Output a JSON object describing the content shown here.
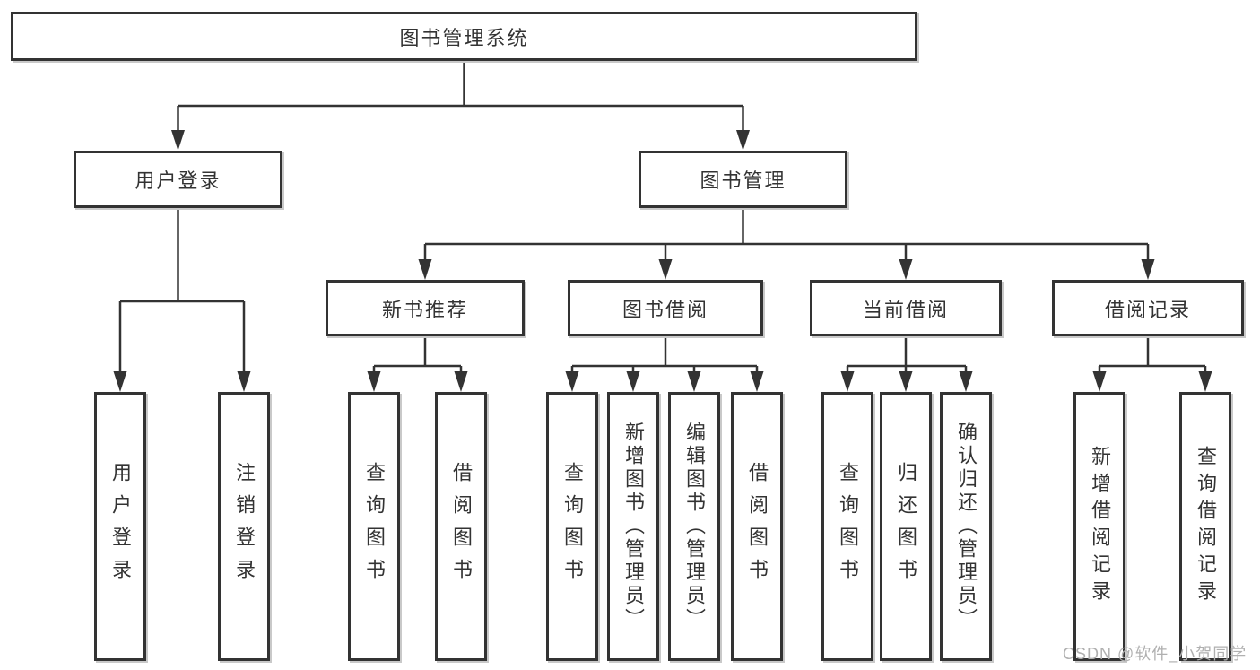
{
  "diagram": {
    "tree": {
      "label": "图书管理系统",
      "children": [
        {
          "label": "用户登录",
          "children": [
            {
              "label": "用户登录"
            },
            {
              "label": "注销登录"
            }
          ]
        },
        {
          "label": "图书管理",
          "children": [
            {
              "label": "新书推荐",
              "children": [
                {
                  "label": "查询图书"
                },
                {
                  "label": "借阅图书"
                }
              ]
            },
            {
              "label": "图书借阅",
              "children": [
                {
                  "label": "查询图书"
                },
                {
                  "label": "新增图书（管理员）"
                },
                {
                  "label": "编辑图书（管理员）"
                },
                {
                  "label": "借阅图书"
                }
              ]
            },
            {
              "label": "当前借阅",
              "children": [
                {
                  "label": "查询图书"
                },
                {
                  "label": "归还图书"
                },
                {
                  "label": "确认归还（管理员）"
                }
              ]
            },
            {
              "label": "借阅记录",
              "children": [
                {
                  "label": "新增借阅记录"
                },
                {
                  "label": "查询借阅记录"
                }
              ]
            }
          ]
        }
      ]
    },
    "colors": {
      "line": "#333333",
      "box_border": "#333333",
      "text": "#333333",
      "background": "#ffffff",
      "watermark": "#b0b0b0"
    }
  },
  "watermark": {
    "text": "CSDN @软件_小贺同学"
  }
}
